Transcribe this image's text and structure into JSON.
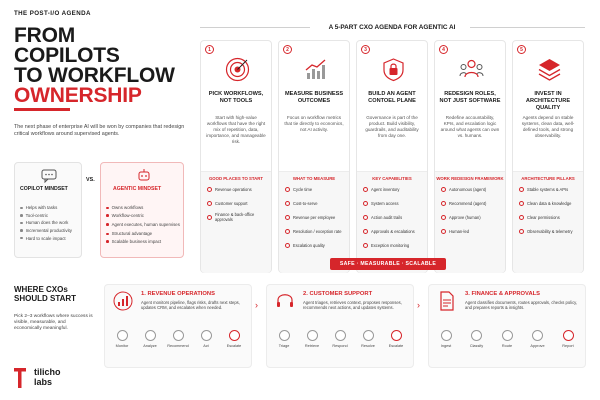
{
  "header": {
    "kicker": "THE POST-I/O AGENDA",
    "title_line1": "FROM COPILOTS",
    "title_line2": "TO WORKFLOW",
    "title_line3": "OWNERSHIP",
    "intro": "The next phase of enterprise AI will be won by companies that redesign critical workflows around supervised agents."
  },
  "mindsets": {
    "vs_label": "VS.",
    "copilot": {
      "title": "COPILOT MINDSET",
      "items": [
        "Helps with tasks",
        "Tool-centric",
        "Human does the work",
        "Incremental productivity",
        "Hard to scale impact"
      ]
    },
    "agentic": {
      "title": "AGENTIC MINDSET",
      "items": [
        "Owns workflows",
        "Workflow-centric",
        "Agent executes, human supervises",
        "Structural advantage",
        "Scalable business impact"
      ]
    }
  },
  "agenda": {
    "title": "A 5-PART CXO AGENDA FOR AGENTIC AI",
    "cards": [
      {
        "num": "1",
        "icon": "target-icon",
        "title": "PICK WORKFLOWS, NOT TOOLS",
        "desc": "Start with high-value workflows that have the right mix of repetition, data, importance, and manageable risk.",
        "sub_title": "GOOD PLACES TO START",
        "sub_items": [
          "Revenue operations",
          "Customer support",
          "Finance & back-office approvals"
        ]
      },
      {
        "num": "2",
        "icon": "trend-chart-icon",
        "title": "MEASURE BUSINESS OUTCOMES",
        "desc": "Focus on workflow metrics that tie directly to economics, not AI activity.",
        "sub_title": "WHAT TO MEASURE",
        "sub_items": [
          "Cycle time",
          "Cost-to-serve",
          "Revenue per employee",
          "Resolution / exception rate",
          "Escalation quality"
        ]
      },
      {
        "num": "3",
        "icon": "lock-shield-icon",
        "title": "BUILD AN AGENT CONTOEL PLANE",
        "desc": "Governance is part of the product. Build visibility, guardrails, and auditability from day one.",
        "sub_title": "KEY CAPABILITIES",
        "sub_items": [
          "Agent inventory",
          "System access",
          "Action audit trails",
          "Approvals & escalations",
          "Exception monitoring"
        ]
      },
      {
        "num": "4",
        "icon": "team-icon",
        "title": "REDESIGN ROLES, NOT JUST SOFTWARE",
        "desc": "Redefine accountability, KPIs, and escalation logic around what agents can own vs. humans.",
        "sub_title": "WORK REDESIGN FRAMEWORK",
        "sub_items": [
          "Autonomous (agent)",
          "Recommend (agent)",
          "Approve (human)",
          "Human-led"
        ]
      },
      {
        "num": "5",
        "icon": "layers-icon",
        "title": "INVEST IN ARCHITECTURE QUALITY",
        "desc": "Agents depend on stable systems, clean data, well-defined tools, and strong observability.",
        "sub_title": "ARCHITECTURE PILLARS",
        "sub_items": [
          "Stable systems & APIs",
          "Clean data & knowledge",
          "Clear permissions",
          "Observability & telemetry"
        ]
      }
    ],
    "banner": "SAFE · MEASURABLE · SCALABLE"
  },
  "start": {
    "title": "WHERE CXOs SHOULD START",
    "text": "Pick 2–3 workflows where success is visible, measurable, and economically meaningful.",
    "workflows": [
      {
        "title": "1. REVENUE OPERATIONS",
        "icon": "revenue-chart-icon",
        "desc": "Agent monitors pipeline, flags risks, drafts next steps, updates CRM, and escalates when needed.",
        "steps": [
          "Monitor",
          "Analyze",
          "Recommend",
          "Act",
          "Escalate"
        ]
      },
      {
        "title": "2. CUSTOMER SUPPORT",
        "icon": "headset-icon",
        "desc": "Agent triages, retrieves context, proposes responses, recommends next actions, and updates systems.",
        "steps": [
          "Triage",
          "Retrieve",
          "Respond",
          "Resolve",
          "Escalate"
        ]
      },
      {
        "title": "3. FINANCE & APPROVALS",
        "icon": "document-icon",
        "desc": "Agent classifies documents, routes approvals, checks policy, and prepares reports & insights.",
        "steps": [
          "Ingest",
          "Classify",
          "Route",
          "Approve",
          "Report"
        ]
      }
    ]
  },
  "brand": {
    "line1": "tilicho",
    "line2": "labs"
  },
  "colors": {
    "accent": "#d6262b",
    "text": "#1a1a1a",
    "muted": "#444444"
  }
}
